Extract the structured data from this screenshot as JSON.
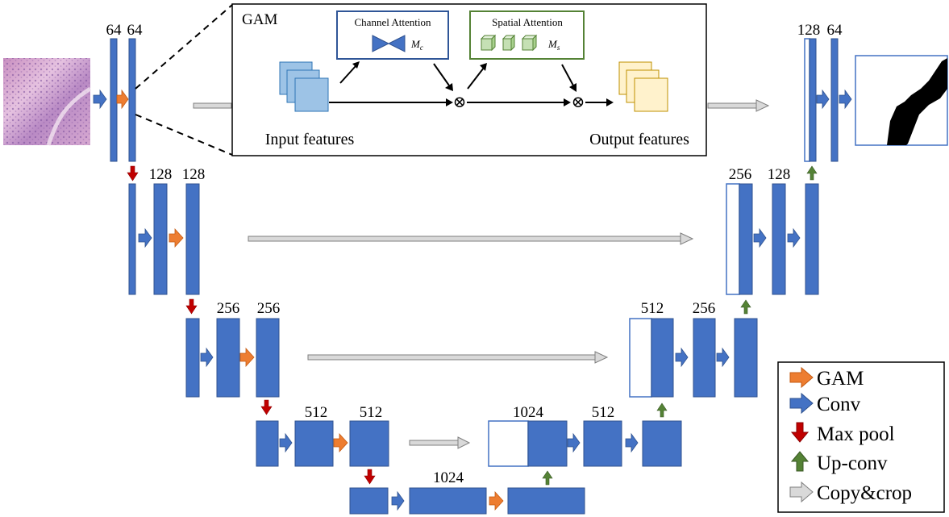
{
  "colors": {
    "block": "#4472C4",
    "block_border": "#2F528F",
    "gam_arrow": "#ED7D31",
    "maxpool_arrow": "#C00000",
    "upconv_arrow": "#548235",
    "copy_arrow": "#D9D9D9",
    "input_features": "#9DC3E6",
    "output_features": "#FFF2CC",
    "output_features_border": "#BF9000",
    "spatial_border": "#548235",
    "spatial_fill": "#C5E0B4",
    "channel_border": "#2F5597"
  },
  "encoder": {
    "level1": {
      "labels": [
        "64",
        "64"
      ]
    },
    "level2": {
      "labels": [
        "128",
        "128"
      ]
    },
    "level3": {
      "labels": [
        "256",
        "256"
      ]
    },
    "level4": {
      "labels": [
        "512",
        "512"
      ]
    },
    "bottleneck": {
      "label": "1024"
    }
  },
  "decoder": {
    "level4": {
      "labels": [
        "1024",
        "512"
      ]
    },
    "level3": {
      "labels": [
        "512",
        "256"
      ]
    },
    "level2": {
      "labels": [
        "256",
        "128"
      ]
    },
    "level1": {
      "labels": [
        "128",
        "64"
      ]
    }
  },
  "gam": {
    "title": "GAM",
    "channel_title": "Channel Attention",
    "channel_symbol": "M",
    "channel_sub": "c",
    "spatial_title": "Spatial Attention",
    "spatial_symbol": "M",
    "spatial_sub": "s",
    "input_label": "Input features",
    "output_label": "Output features",
    "multiply_symbol": "⊗"
  },
  "legend": {
    "items": [
      {
        "label": "GAM",
        "icon": "orange-right-arrow"
      },
      {
        "label": "Conv",
        "icon": "blue-right-arrow"
      },
      {
        "label": "Max pool",
        "icon": "red-down-arrow"
      },
      {
        "label": "Up-conv",
        "icon": "green-up-arrow"
      },
      {
        "label": "Copy&crop",
        "icon": "gray-right-arrow"
      }
    ]
  }
}
